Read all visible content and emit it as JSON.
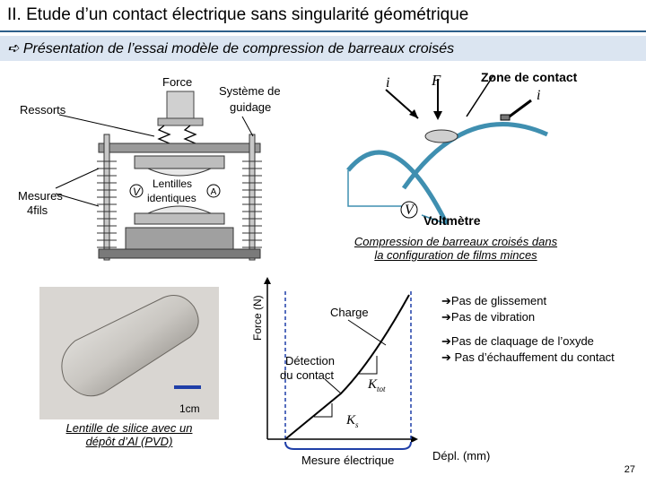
{
  "slide": {
    "title": "II. Etude d’un contact électrique sans singularité géométrique",
    "subtitle_icon": "arrow-right-icon",
    "subtitle": "Présentation de l’essai modèle de compression de barreaux croisés",
    "page_number": "27"
  },
  "apparatus": {
    "force": "Force",
    "ressorts": "Ressorts",
    "systeme_guidage_1": "Système de",
    "systeme_guidage_2": "guidage",
    "mesures_1": "Mesures",
    "mesures_2": "4fils",
    "lentilles_1": "Lentilles",
    "lentilles_2": "identiques",
    "v_symbol": "V",
    "a_symbol": "A"
  },
  "cross_bars": {
    "i_label": "i",
    "f_label": "F",
    "zone_contact": "Zone de contact",
    "i_label_right": "i",
    "v_symbol": "V",
    "voltmetre": "Voltmètre",
    "caption_1": "Compression de barreaux croisés dans",
    "caption_2": "la configuration de films minces"
  },
  "photo": {
    "scale": "1cm",
    "caption_1": "Lentille de silice avec un",
    "caption_2": "dépôt d’Al (PVD)"
  },
  "graph": {
    "ylabel": "Force (N)",
    "xlabel": "Dépl. (mm)",
    "charge": "Charge",
    "detection_1": "Détection",
    "detection_2": "du contact",
    "k_tot": "K",
    "k_tot_sub": "tot",
    "k_s": "K",
    "k_s_sub": "s",
    "mesure": "Mesure électrique"
  },
  "bullets": [
    "Pas de glissement",
    "Pas de vibration",
    "Pas de claquage de l’oxyde",
    "Pas d’échauffement du contact"
  ],
  "colors": {
    "title_rule": "#2d5f8a",
    "subtitle_band": "#dbe5f1",
    "bar_color": "#3f8fb0",
    "mesure_bracket": "#1f3fa8"
  }
}
